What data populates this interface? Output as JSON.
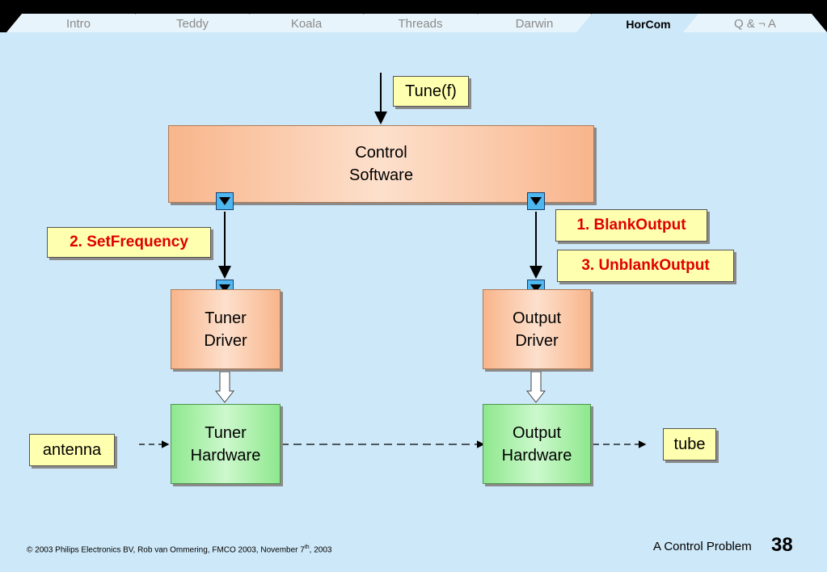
{
  "nav": {
    "tabs": [
      {
        "label": "Intro"
      },
      {
        "label": "Teddy"
      },
      {
        "label": "Koala"
      },
      {
        "label": "Threads"
      },
      {
        "label": "Darwin"
      },
      {
        "label": "HorCom"
      },
      {
        "label": "Q & ¬ A"
      }
    ],
    "active_index": 5
  },
  "diagram": {
    "input_label": "Tune(f)",
    "control_software": "Control\nSoftware",
    "tuner_driver": "Tuner\nDriver",
    "output_driver": "Output\nDriver",
    "tuner_hardware": "Tuner\nHardware",
    "output_hardware": "Output\nHardware",
    "antenna": "antenna",
    "tube": "tube",
    "calls": {
      "set_frequency": "2. SetFrequency",
      "blank_output": "1. BlankOutput",
      "unblank_output": "3. UnblankOutput"
    }
  },
  "footer": {
    "copyright_prefix": "© 2003 Philips Electronics BV, Rob van Ommering, FMCO 2003, November 7",
    "copyright_sup": "th",
    "copyright_suffix": ", 2003",
    "slide_title": "A Control Problem",
    "slide_number": "38"
  },
  "colors": {
    "background": "#cde8f8",
    "note_fill": "#ffffb0",
    "call_text": "#e00000",
    "port_fill": "#4fb7f0"
  }
}
